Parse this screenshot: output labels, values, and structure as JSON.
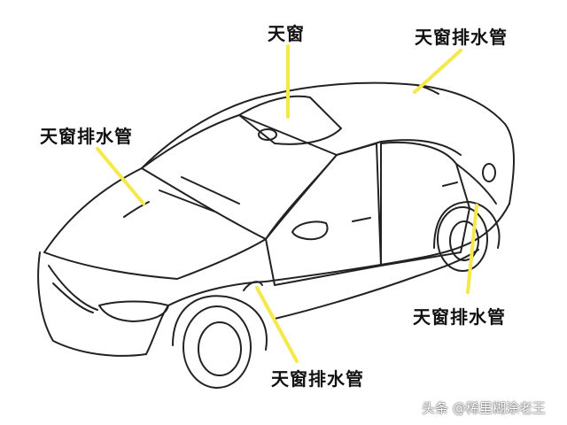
{
  "labels": {
    "sunroof": "天窗",
    "drain_front_left": "天窗排水管",
    "drain_rear_top": "天窗排水管",
    "drain_rear_right": "天窗排水管",
    "drain_front_bottom": "天窗排水管"
  },
  "watermark": "头条 @稀里糊涂老王",
  "colors": {
    "leader_line": "#f5e84a",
    "outline": "#222222",
    "background": "#ffffff"
  }
}
